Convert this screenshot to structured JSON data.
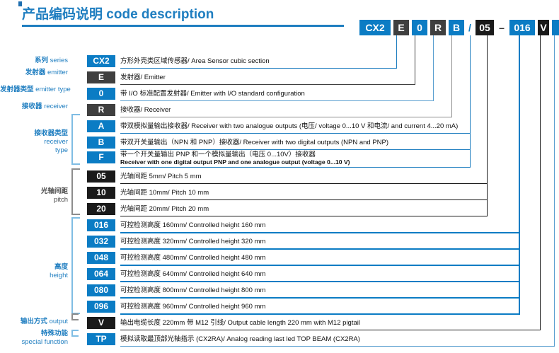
{
  "header": {
    "title_cn": "产品编码说明",
    "title_en": "code description"
  },
  "colors": {
    "blue": "#0b7cc4",
    "light_blue": "#7fbde4",
    "gray": "#3f3f3f",
    "dark": "#1a1a1a",
    "line_gray": "#9a9a9a",
    "label_blue": "#1f7ec0"
  },
  "code_boxes": [
    {
      "text": "CX2",
      "style": "blue"
    },
    {
      "text": "E",
      "style": "gray"
    },
    {
      "text": "0",
      "style": "blue"
    },
    {
      "text": "R",
      "style": "gray"
    },
    {
      "text": "B",
      "style": "blue"
    },
    {
      "text": "/",
      "style": "separator-slash"
    },
    {
      "text": "05",
      "style": "dark"
    },
    {
      "text": "–",
      "style": "separator-dash"
    },
    {
      "text": "016",
      "style": "blue"
    },
    {
      "text": "V",
      "style": "dark"
    },
    {
      "text": "",
      "style": "blue"
    }
  ],
  "categories": [
    {
      "cn": "系列",
      "en": "series",
      "color": "blue"
    },
    {
      "cn": "发射器",
      "en": "emitter",
      "color": "blue"
    },
    {
      "cn": "发射器类型",
      "en": "emitter type",
      "color": "blue"
    },
    {
      "cn": "接收器",
      "en": "receiver",
      "color": "blue"
    },
    {
      "cn": "接收器类型",
      "en": "receiver type",
      "color": "blue"
    },
    {
      "cn": "光轴间距",
      "en": "pitch",
      "color": "gray"
    },
    {
      "cn": "高度",
      "en": "height",
      "color": "blue"
    },
    {
      "cn": "输出方式",
      "en": "output",
      "color": "blue"
    },
    {
      "cn": "特殊功能",
      "en": "special function",
      "color": "blue"
    }
  ],
  "rows": [
    {
      "code": "CX2",
      "style": "blue",
      "desc": "方形外壳类区域传感器/ Area Sensor cubic section",
      "desc2": ""
    },
    {
      "code": "E",
      "style": "gray",
      "desc": "发射器/ Emitter",
      "desc2": ""
    },
    {
      "code": "0",
      "style": "blue",
      "desc": "带 I/O 标准配置发射器/ Emitter with I/O standard configuration",
      "desc2": ""
    },
    {
      "code": "R",
      "style": "gray",
      "desc": "接收器/ Receiver",
      "desc2": ""
    },
    {
      "code": "A",
      "style": "blue",
      "desc": "带双模拟量输出接收器/ Receiver with two analogue outputs (电压/ voltage 0...10 V 和电流/ and current 4...20 mA)",
      "desc2": ""
    },
    {
      "code": "B",
      "style": "blue",
      "desc": "带双开关量输出（NPN 和 PNP）接收器/ Receiver with two digital outputs (NPN and PNP)",
      "desc2": ""
    },
    {
      "code": "F",
      "style": "blue",
      "desc": "带一个开关量输出 PNP 和一个模拟量输出（电压 0...10V）接收器",
      "desc2": "Receiver with one digital output PNP and one analogue output (voltage 0...10 V)"
    },
    {
      "code": "05",
      "style": "dark",
      "desc": "光轴间距 5mm/ Pitch 5 mm",
      "desc2": ""
    },
    {
      "code": "10",
      "style": "dark",
      "desc": "光轴间距 10mm/ Pitch 10 mm",
      "desc2": ""
    },
    {
      "code": "20",
      "style": "dark",
      "desc": "光轴间距 20mm/ Pitch 20 mm",
      "desc2": ""
    },
    {
      "code": "016",
      "style": "blue",
      "desc": "可控检测高度 160mm/ Controlled height 160 mm",
      "desc2": ""
    },
    {
      "code": "032",
      "style": "blue",
      "desc": "可控检测高度 320mm/ Controlled height 320 mm",
      "desc2": ""
    },
    {
      "code": "048",
      "style": "blue",
      "desc": "可控检测高度 480mm/ Controlled height 480 mm",
      "desc2": ""
    },
    {
      "code": "064",
      "style": "blue",
      "desc": "可控检测高度 640mm/ Controlled height 640 mm",
      "desc2": ""
    },
    {
      "code": "080",
      "style": "blue",
      "desc": "可控检测高度 800mm/ Controlled height 800 mm",
      "desc2": ""
    },
    {
      "code": "096",
      "style": "blue",
      "desc": "可控检测高度 960mm/ Controlled height 960 mm",
      "desc2": ""
    },
    {
      "code": "V",
      "style": "dark",
      "desc": "输出电缆长度 220mm 带 M12 引线/ Output cable length 220 mm with M12 pigtail",
      "desc2": ""
    },
    {
      "code": "TP",
      "style": "blue",
      "desc": "模拟读取最顶部光轴指示 (CX2RA)/ Analog reading last led TOP BEAM (CX2RA)",
      "desc2": ""
    }
  ]
}
